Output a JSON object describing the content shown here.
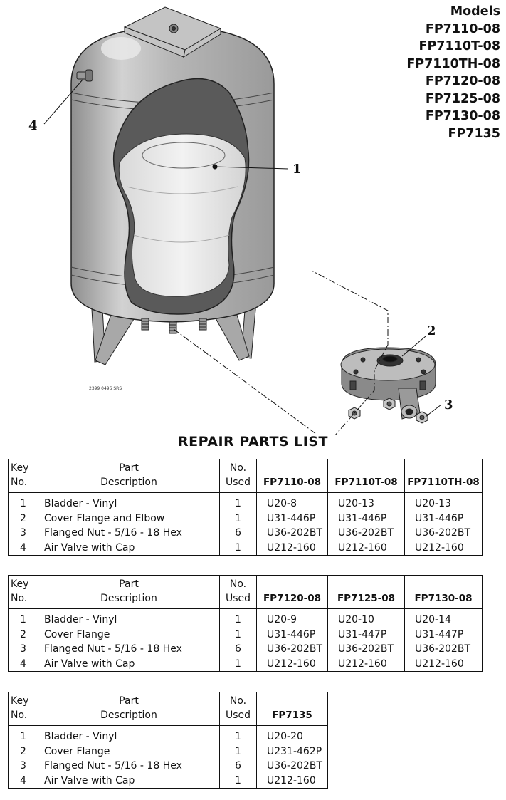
{
  "models_heading": "Models",
  "models": [
    "FP7110-08",
    "FP7110T-08",
    "FP7110TH-08",
    "FP7120-08",
    "FP7125-08",
    "FP7130-08",
    "FP7135"
  ],
  "diagram": {
    "callouts": [
      "1",
      "2",
      "3",
      "4"
    ],
    "figure_code": "2399 0496 SRS"
  },
  "title": "REPAIR PARTS LIST",
  "headers": {
    "key": [
      "Key",
      "No."
    ],
    "part": [
      "Part",
      "Description"
    ],
    "used": [
      "No.",
      "Used"
    ]
  },
  "tables": [
    {
      "models": [
        "FP7110-08",
        "FP7110T-08",
        "FP7110TH-08"
      ],
      "rows": [
        {
          "key": "1",
          "desc": "Bladder - Vinyl",
          "used": "1",
          "vals": [
            "U20-8",
            "U20-13",
            "U20-13"
          ]
        },
        {
          "key": "2",
          "desc": "Cover Flange and Elbow",
          "used": "1",
          "vals": [
            "U31-446P",
            "U31-446P",
            "U31-446P"
          ]
        },
        {
          "key": "3",
          "desc": "Flanged Nut - 5/16 - 18 Hex",
          "used": "6",
          "vals": [
            "U36-202BT",
            "U36-202BT",
            "U36-202BT"
          ]
        },
        {
          "key": "4",
          "desc": "Air Valve with Cap",
          "used": "1",
          "vals": [
            "U212-160",
            "U212-160",
            "U212-160"
          ]
        }
      ]
    },
    {
      "models": [
        "FP7120-08",
        "FP7125-08",
        "FP7130-08"
      ],
      "rows": [
        {
          "key": "1",
          "desc": "Bladder - Vinyl",
          "used": "1",
          "vals": [
            "U20-9",
            "U20-10",
            "U20-14"
          ]
        },
        {
          "key": "2",
          "desc": "Cover Flange",
          "used": "1",
          "vals": [
            "U31-446P",
            "U31-447P",
            "U31-447P"
          ]
        },
        {
          "key": "3",
          "desc": "Flanged Nut - 5/16 - 18 Hex",
          "used": "6",
          "vals": [
            "U36-202BT",
            "U36-202BT",
            "U36-202BT"
          ]
        },
        {
          "key": "4",
          "desc": "Air Valve with Cap",
          "used": "1",
          "vals": [
            "U212-160",
            "U212-160",
            "U212-160"
          ]
        }
      ]
    },
    {
      "models": [
        "FP7135"
      ],
      "rows": [
        {
          "key": "1",
          "desc": "Bladder - Vinyl",
          "used": "1",
          "vals": [
            "U20-20"
          ]
        },
        {
          "key": "2",
          "desc": "Cover Flange",
          "used": "1",
          "vals": [
            "U231-462P"
          ]
        },
        {
          "key": "3",
          "desc": "Flanged Nut - 5/16 - 18 Hex",
          "used": "6",
          "vals": [
            "U36-202BT"
          ]
        },
        {
          "key": "4",
          "desc": "Air Valve with Cap",
          "used": "1",
          "vals": [
            "U212-160"
          ]
        }
      ]
    }
  ]
}
